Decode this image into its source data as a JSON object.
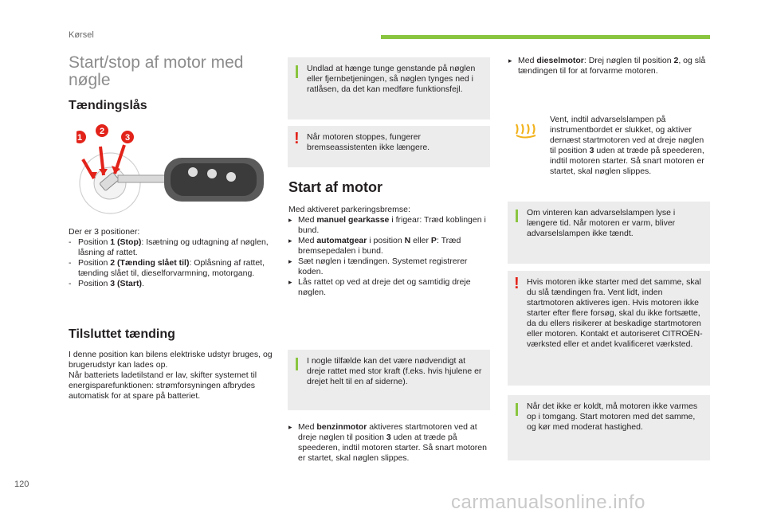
{
  "header": {
    "section": "Kørsel",
    "page_number": "120",
    "watermark": "carmanualsonline.info"
  },
  "title": "Start/stop af motor med nøgle",
  "ignition": {
    "heading": "Tændingslås",
    "callouts": [
      "1",
      "2",
      "3"
    ],
    "positions_intro": "Der er 3 positioner:",
    "positions": [
      {
        "name": "Position ",
        "bold": "1 (Stop)",
        "text": ": Isætning og udtagning af nøglen, låsning af rattet."
      },
      {
        "name": "Position ",
        "bold": "2 (Tænding slået til)",
        "text": ": Oplåsning af rattet, tænding slået til, dieselforvarmning, motorgang."
      },
      {
        "name": "Position ",
        "bold": "3 (Start)",
        "text": "."
      }
    ]
  },
  "accessory": {
    "heading": "Tilsluttet tænding",
    "text": "I denne position kan bilens elektriske udstyr bruges, og brugerudstyr kan lades op.\nNår batteriets ladetilstand er lav, skifter systemet til energisparefunktionen: strømforsyningen afbrydes automatisk for at spare på batteriet."
  },
  "info_box_1": "Undlad at hænge tunge genstande på nøglen eller fjernbetjeningen, så nøglen tynges ned i ratlåsen, da det kan medføre funktionsfejl.",
  "warn_box_1": "Når motoren stoppes, fungerer bremseassistenten ikke længere.",
  "start": {
    "heading": "Start af motor",
    "intro": "Med aktiveret parkeringsbremse:",
    "items": [
      {
        "pre": "Med ",
        "bold": "manuel gearkasse",
        "post": " i frigear: Træd koblingen i bund."
      },
      {
        "pre": "Med ",
        "bold": "automatgear",
        "post": " i position ",
        "bold2": "N",
        "mid": " eller ",
        "bold3": "P",
        "post2": ": Træd bremsepedalen i bund."
      },
      {
        "pre": "Sæt nøglen i tændingen. Systemet registrerer koden."
      },
      {
        "pre": "Lås rattet op ved at dreje det og samtidig dreje nøglen."
      }
    ]
  },
  "info_box_2": "I nogle tilfælde kan det være nødvendigt at dreje rattet med stor kraft (f.eks. hvis hjulene er drejet helt til en af siderne).",
  "petrol": {
    "pre": "Med ",
    "bold": "benzinmotor",
    "post": " aktiveres startmotoren ved at dreje nøglen til position ",
    "bold2": "3",
    "post2": " uden at træde på speederen, indtil motoren starter. Så snart motoren er startet, skal nøglen slippes."
  },
  "diesel": {
    "pre": "Med ",
    "bold": "dieselmotor",
    "post": ": Drej nøglen til position ",
    "bold2": "2",
    "post2": ", og slå tændingen til for at forvarme motoren."
  },
  "glow_text": {
    "pre": "Vent, indtil advarselslampen på instrumentbordet er slukket, og aktiver dernæst startmotoren ved at dreje nøglen til position ",
    "bold": "3",
    "post": " uden at træde på speederen, indtil motoren starter. Så snart motoren er startet, skal nøglen slippes."
  },
  "info_box_3": "Om vinteren kan advarselslampen lyse i længere tid. Når motoren er varm, bliver advarselslampen ikke tændt.",
  "warn_box_2": "Hvis motoren ikke starter med det samme, skal du slå tændingen fra. Vent lidt, inden startmotoren aktiveres igen. Hvis motoren ikke starter efter flere forsøg, skal du ikke fortsætte, da du ellers risikerer at beskadige startmotoren eller motoren. Kontakt et autoriseret CITROËN-værksted eller et andet kvalificeret værksted.",
  "info_box_4": "Når det ikke er koldt, må motoren ikke varmes op i tomgang. Start motoren med det samme, og kør med moderat hastighed.",
  "colors": {
    "accent_green": "#8ac53f",
    "warning_red": "#e2231a",
    "box_grey": "#ececec",
    "title_grey": "#8c8c8c"
  },
  "icons": {
    "bullet": "triangle-bullet-icon",
    "glow": "glow-plug-icon",
    "info": "info-bar-icon",
    "warning": "exclamation-icon"
  }
}
